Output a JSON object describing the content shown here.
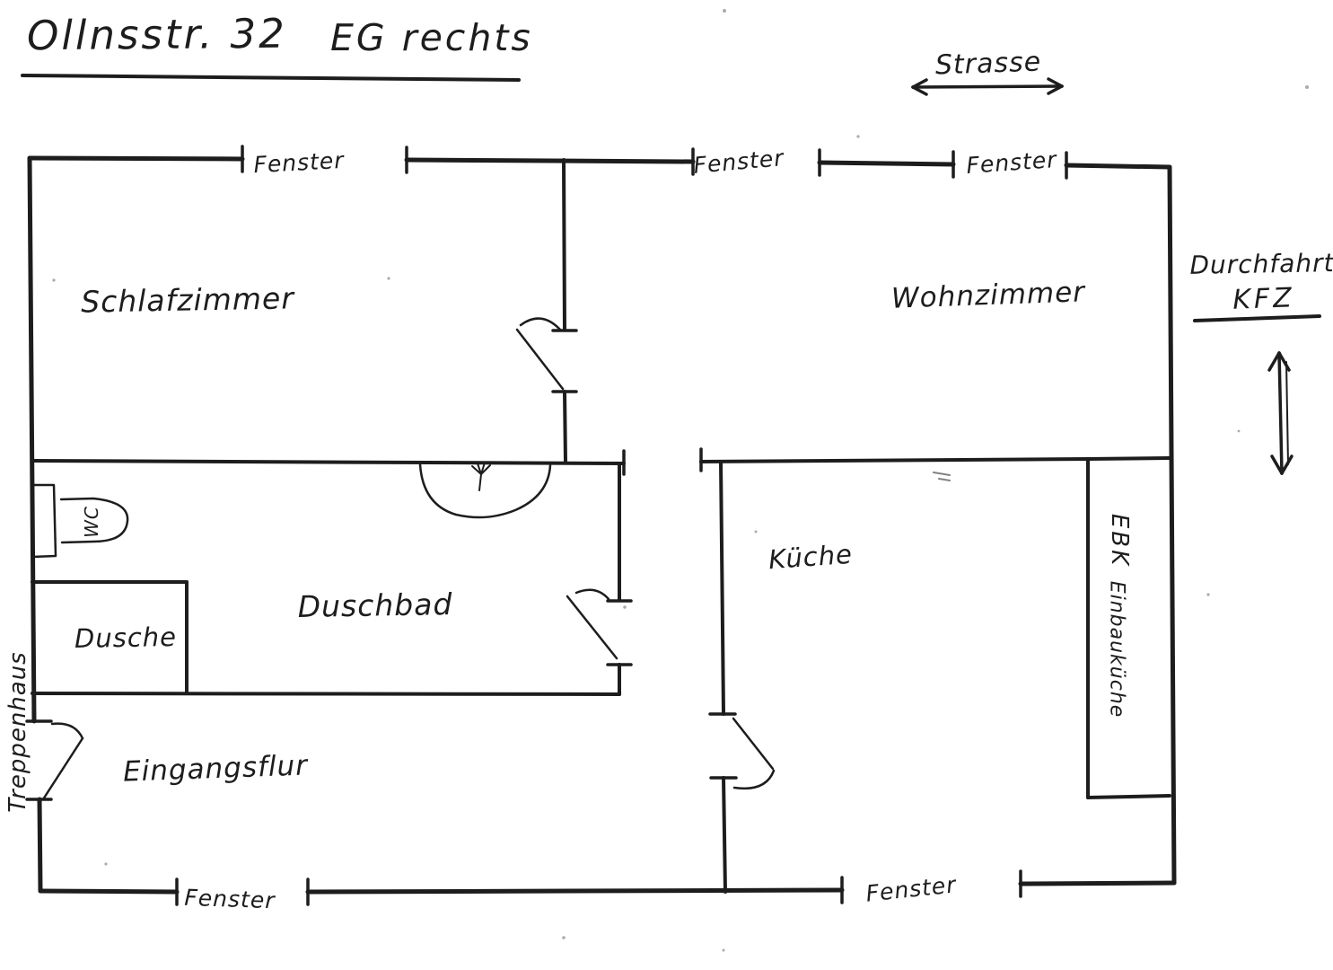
{
  "colors": {
    "ink": "#1d1d1d",
    "paper": "#ffffff"
  },
  "header": {
    "address": "Ollnsstr. 32",
    "floor": "EG rechts"
  },
  "context_labels": {
    "street": "Strasse",
    "driveway_line1": "Durchfahrt",
    "driveway_line2": "KFZ",
    "stairwell": "Treppenhaus"
  },
  "rooms": {
    "schlafzimmer": "Schlafzimmer",
    "wohnzimmer": "Wohnzimmer",
    "duschbad": "Duschbad",
    "dusche": "Dusche",
    "kueche": "Küche",
    "eingangsflur": "Eingangsflur",
    "wc": "WC",
    "ebk": "EBK",
    "ebk_full": "Einbauküche"
  },
  "windows": {
    "label": "Fenster"
  }
}
